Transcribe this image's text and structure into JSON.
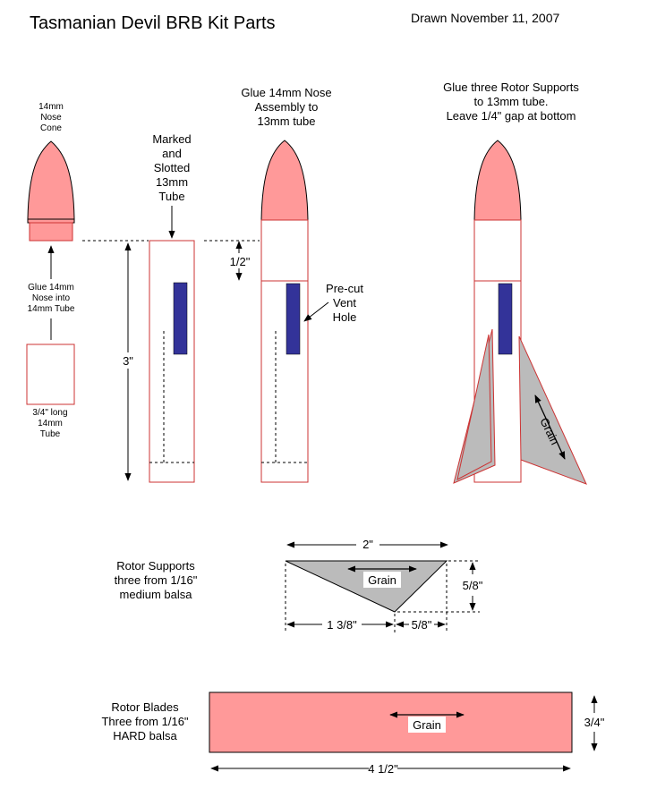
{
  "header": {
    "title": "Tasmanian Devil  BRB Kit Parts",
    "drawn": "Drawn November 11, 2007"
  },
  "colors": {
    "pink": "#ff9999",
    "blue": "#333399",
    "gray": "#bbbbbb",
    "red_outline": "#cc3333"
  },
  "nose_cone": {
    "label": [
      "14mm",
      "Nose",
      "Cone"
    ],
    "glue_note": [
      "Glue 14mm",
      "Nose into",
      "14mm Tube"
    ],
    "tube_label": [
      "3/4\" long",
      "14mm",
      "Tube"
    ]
  },
  "slotted_tube": {
    "label": [
      "Marked",
      "and",
      "Slotted",
      "13mm",
      "Tube"
    ],
    "length_dim": "3\""
  },
  "nose_assembly": {
    "title": [
      "Glue 14mm Nose",
      "Assembly to",
      "13mm tube"
    ],
    "offset_dim": "1/2\"",
    "vent_label": [
      "Pre-cut",
      "Vent",
      "Hole"
    ]
  },
  "rotor_assembly": {
    "title": [
      "Glue three  Rotor Supports",
      "to 13mm tube.",
      "Leave 1/4\" gap at bottom"
    ],
    "grain": "Grain"
  },
  "rotor_supports": {
    "label": [
      "Rotor Supports",
      "three from 1/16\"",
      "medium balsa"
    ],
    "width_dim": "2\"",
    "height_dim": "5/8\"",
    "left_dim": "1 3/8\"",
    "right_dim": "5/8\"",
    "grain": "Grain"
  },
  "rotor_blades": {
    "label": [
      "Rotor Blades",
      "Three from 1/16\"",
      "HARD balsa"
    ],
    "width_dim": "4 1/2\"",
    "height_dim": "3/4\"",
    "grain": "Grain"
  }
}
